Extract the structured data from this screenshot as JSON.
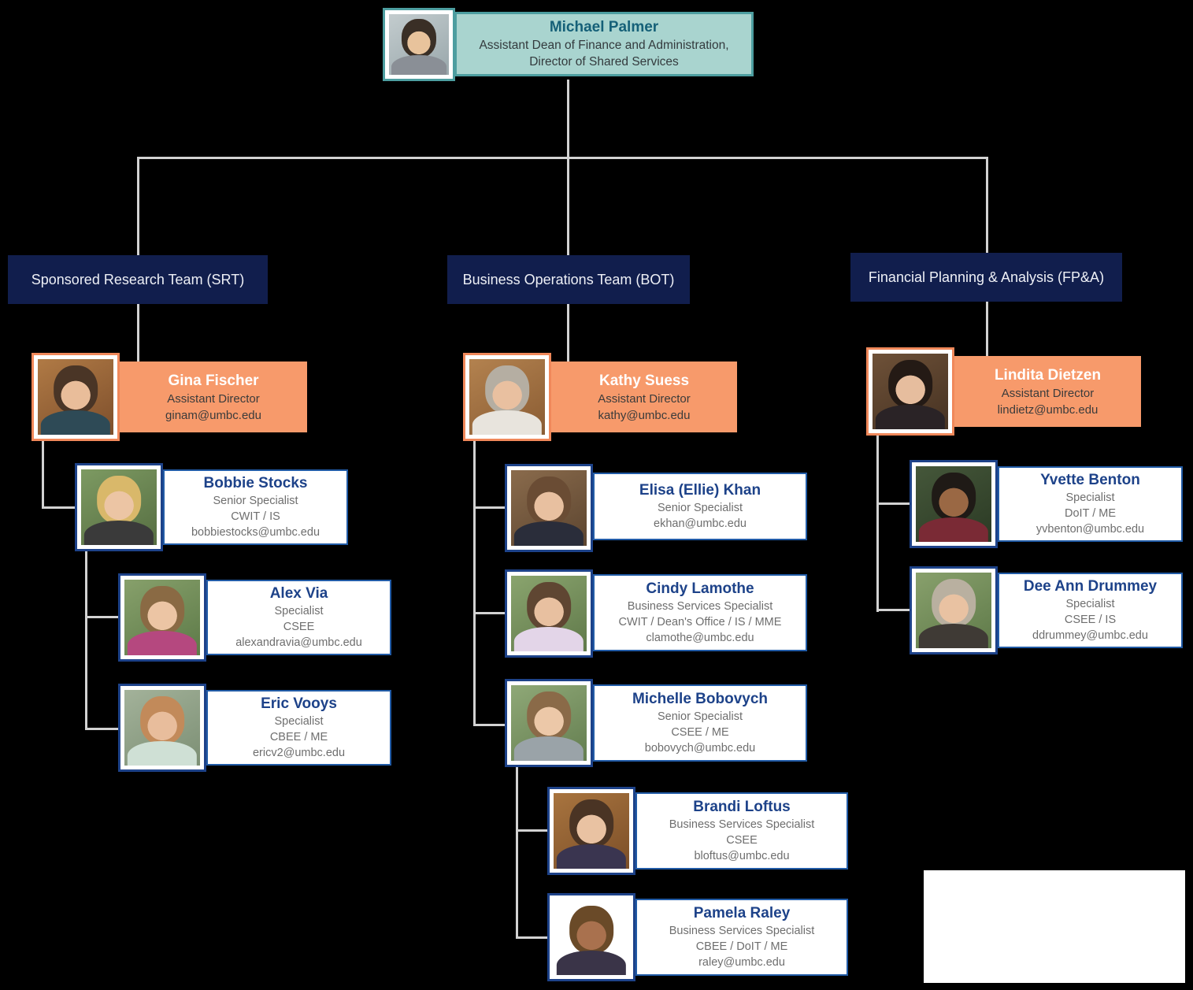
{
  "root": {
    "name": "Michael Palmer",
    "title_line1": "Assistant Dean of Finance and Administration,",
    "title_line2": "Director of Shared Services"
  },
  "teams": [
    {
      "label": "Sponsored Research Team (SRT)",
      "lead": {
        "name": "Gina Fischer",
        "role": "Assistant Director",
        "email": "ginam@umbc.edu"
      },
      "members": [
        {
          "name": "Bobbie Stocks",
          "role": "Senior Specialist",
          "dept": "CWIT / IS",
          "email": "bobbiestocks@umbc.edu"
        },
        {
          "name": "Alex Via",
          "role": "Specialist",
          "dept": "CSEE",
          "email": "alexandravia@umbc.edu"
        },
        {
          "name": "Eric Vooys",
          "role": "Specialist",
          "dept": "CBEE / ME",
          "email": "ericv2@umbc.edu"
        }
      ]
    },
    {
      "label": "Business Operations Team (BOT)",
      "lead": {
        "name": "Kathy Suess",
        "role": "Assistant Director",
        "email": "kathy@umbc.edu"
      },
      "members": [
        {
          "name": "Elisa (Ellie) Khan",
          "role": "Senior Specialist",
          "email": "ekhan@umbc.edu"
        },
        {
          "name": "Cindy Lamothe",
          "role": "Business Services Specialist",
          "dept": "CWIT / Dean's Office / IS / MME",
          "email": "clamothe@umbc.edu"
        },
        {
          "name": "Michelle Bobovych",
          "role": "Senior Specialist",
          "dept": "CSEE / ME",
          "email": "bobovych@umbc.edu"
        },
        {
          "name": "Brandi Loftus",
          "role": "Business Services Specialist",
          "dept": "CSEE",
          "email": "bloftus@umbc.edu"
        },
        {
          "name": "Pamela Raley",
          "role": "Business Services Specialist",
          "dept": "CBEE / DoIT / ME",
          "email": "raley@umbc.edu"
        }
      ]
    },
    {
      "label": "Financial Planning & Analysis (FP&A)",
      "lead": {
        "name": "Lindita Dietzen",
        "role": "Assistant Director",
        "email": "lindietz@umbc.edu"
      },
      "members": [
        {
          "name": "Yvette Benton",
          "role": "Specialist",
          "dept": "DoIT / ME",
          "email": "yvbenton@umbc.edu"
        },
        {
          "name": "Dee Ann Drummey",
          "role": "Specialist",
          "dept": "CSEE / IS",
          "email": "ddrummey@umbc.edu"
        }
      ]
    }
  ],
  "colors": {
    "background": "#000000",
    "root_fill": "#a9d4cf",
    "root_border": "#4d9ea0",
    "root_name": "#156078",
    "team_header_fill": "#111e4d",
    "lead_fill": "#f79a6b",
    "lead_photo_border": "#f0885a",
    "member_border": "#215ba6",
    "member_name": "#1d4289",
    "connector": "#d2d2d2"
  }
}
